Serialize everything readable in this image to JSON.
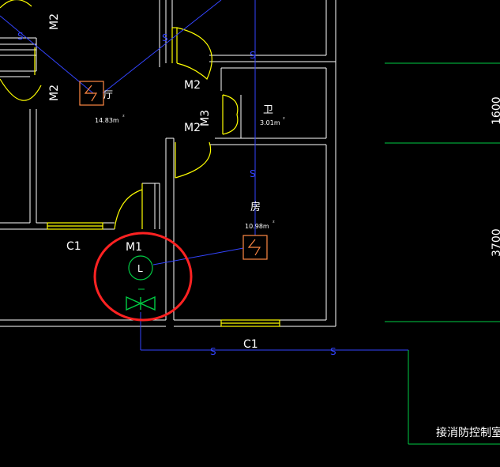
{
  "labels": {
    "m2_top": "M2",
    "m2_left": "M2",
    "m2_center": "M2",
    "m2_lower": "M2",
    "m3": "M3",
    "m1": "M1",
    "c1_left": "C1",
    "c1_bottom": "C1",
    "room_wei": "卫",
    "room_fang": "房",
    "room_ting_partial": "厅",
    "area_left": "14.83m",
    "area_wei": "3.01m",
    "area_fang": "10.98m",
    "area_unit_mark": "²",
    "dim_1600": "1600",
    "dim_3700": "3700",
    "fire_control_room": "接消防控制室",
    "detector_letter": "L",
    "s_mark": "S"
  },
  "colors": {
    "background": "#000000",
    "wall": "#ffffff",
    "door": "#ffff00",
    "pipe": "#3344ff",
    "dimension": "#00cc44",
    "detector": "#00cc44",
    "highlight": "#ff2222",
    "sensor": "#ff8844"
  },
  "icons": {
    "smoke_detector": "smoke-detector-icon",
    "valve": "valve-icon"
  }
}
